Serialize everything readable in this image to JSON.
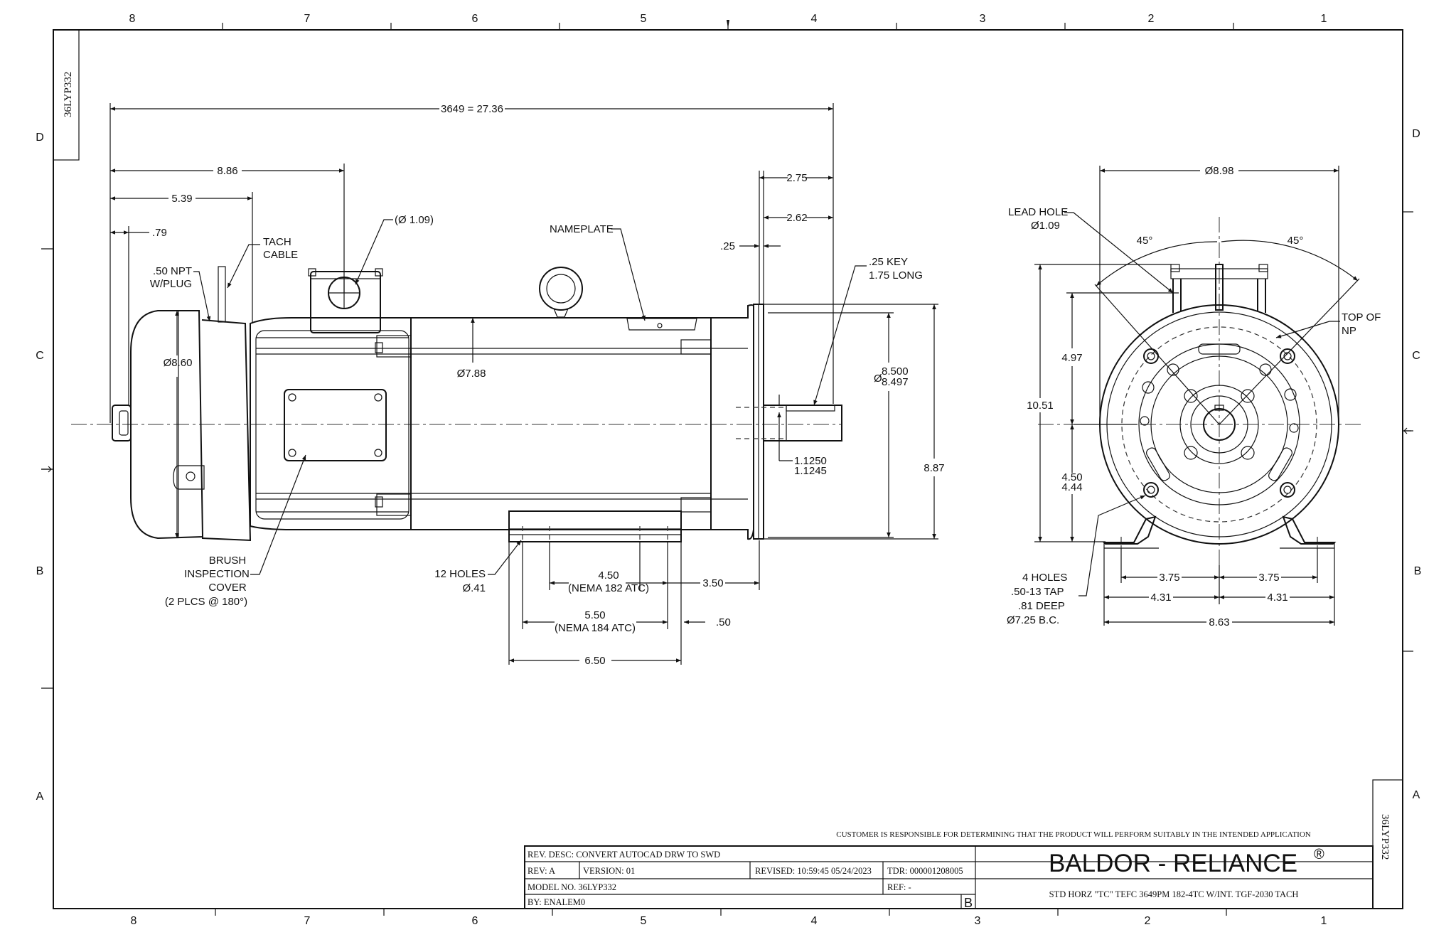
{
  "sheet": {
    "drawing_id": "36LYP332",
    "zones_top": [
      "8",
      "7",
      "6",
      "5",
      "4",
      "3",
      "2",
      "1"
    ],
    "zones_side": [
      "D",
      "C",
      "B",
      "A"
    ]
  },
  "side_view": {
    "overall_length": "3649 = 27.36",
    "dim_886": "8.86",
    "dim_539": "5.39",
    "dim_079": ".79",
    "conduit_dia": "(Ø 1.09)",
    "tach_cable": [
      "TACH",
      "CABLE"
    ],
    "npt_plug": [
      ".50 NPT",
      "W/PLUG"
    ],
    "nameplate": "NAMEPLATE",
    "dim_275": "2.75",
    "dim_262": "2.62",
    "dim_025": ".25",
    "key": [
      ".25 KEY",
      "1.75 LONG"
    ],
    "endbell_dia": "Ø8.60",
    "frame_dia": "Ø7.88",
    "pilot_dia_sym": "Ø",
    "pilot_dia": [
      "8.500",
      "8.497"
    ],
    "shaft_dia": [
      "1.1250",
      "1.1245"
    ],
    "dim_887": "8.87",
    "brush_cover": [
      "BRUSH",
      "INSPECTION",
      "COVER",
      "(2 PLCS @ 180°)"
    ],
    "holes_12": [
      "12 HOLES",
      "Ø.41"
    ],
    "dim_450": [
      "4.50",
      "(NEMA 182 ATC)"
    ],
    "dim_550": [
      "5.50",
      "(NEMA 184 ATC)"
    ],
    "dim_650": "6.50",
    "dim_350": "3.50",
    "dim_050": ".50"
  },
  "end_view": {
    "overall_dia": "Ø8.98",
    "lead_hole": [
      "LEAD HOLE",
      "Ø1.09"
    ],
    "angle_left": "45°",
    "angle_right": "45°",
    "top_np": [
      "TOP OF",
      "NP"
    ],
    "dim_497": "4.97",
    "dim_1051": "10.51",
    "dim_450_444": [
      "4.50",
      "4.44"
    ],
    "holes_4": [
      "4 HOLES",
      ".50-13 TAP",
      ".81 DEEP",
      "Ø7.25 B.C."
    ],
    "dim_375_left": "3.75",
    "dim_375_right": "3.75",
    "dim_431_left": "4.31",
    "dim_431_right": "4.31",
    "dim_863": "8.63"
  },
  "title_block": {
    "notice": "CUSTOMER IS RESPONSIBLE FOR DETERMINING THAT THE PRODUCT WILL PERFORM SUITABLY IN THE INTENDED APPLICATION",
    "rev_desc": "REV. DESC: CONVERT AUTOCAD DRW TO SWD",
    "rev": "REV:   A",
    "version": "VERSION:  01",
    "revised": "REVISED:  10:59:45 05/24/2023",
    "tdr": "TDR: 000001208005",
    "model": "MODEL NO.   36LYP332",
    "ref": "REF:  -",
    "by": "BY: ENALEM0",
    "size": "B",
    "brand": "BALDOR - RELIANCE",
    "brand_mark": "®",
    "description": "STD HORZ \"TC\" TEFC 3649PM 182-4TC W/INT. TGF-2030 TACH"
  }
}
